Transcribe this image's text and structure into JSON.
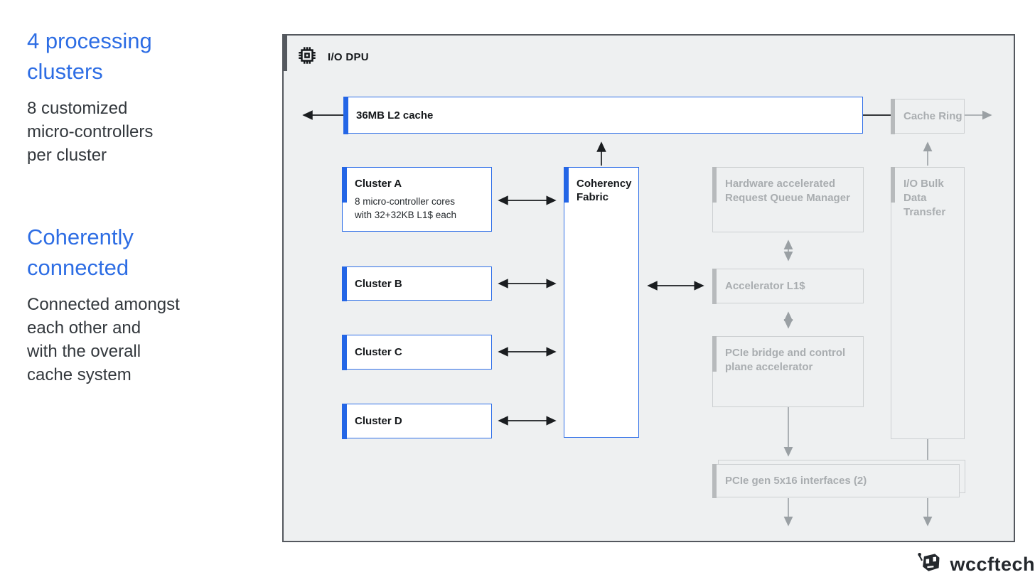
{
  "sidebar": {
    "sections": [
      {
        "heading": "4 processing\nclusters",
        "body": "8 customized\nmicro-controllers\nper cluster"
      },
      {
        "heading": "Coherently\nconnected",
        "body": "Connected amongst\neach other and\nwith the overall\ncache system"
      }
    ]
  },
  "diagram": {
    "header": {
      "title": "I/O DPU",
      "icon": "chip-icon"
    },
    "l2_cache": {
      "label": "36MB L2 cache"
    },
    "cache_ring": {
      "label": "Cache Ring"
    },
    "coherency_fabric": {
      "label": "Coherency\nFabric"
    },
    "cluster_a": {
      "title": "Cluster A",
      "desc": "8 micro-controller cores\nwith 32+32KB L1$ each"
    },
    "cluster_b": {
      "title": "Cluster B"
    },
    "cluster_c": {
      "title": "Cluster C"
    },
    "cluster_d": {
      "title": "Cluster D"
    },
    "hw_queue": {
      "label": "Hardware accelerated\nRequest Queue Manager"
    },
    "io_bulk": {
      "label": "I/O Bulk\nData\nTransfer"
    },
    "accel_l1": {
      "label": "Accelerator L1$"
    },
    "pcie_bridge": {
      "label": "PCIe bridge and control\nplane accelerator"
    },
    "pcie_interfaces": {
      "label": "PCIe gen 5x16 interfaces (2)"
    }
  },
  "footer": {
    "brand": "wccftech",
    "icon": "robot-icon"
  },
  "colors": {
    "heading_blue": "#2d6de4",
    "accent_blue": "#2466e6",
    "blue_border": "#2f6fe8",
    "panel_bg": "#eef0f1",
    "panel_border": "#54585e",
    "dim_border": "#cdd0d2",
    "dim_accent": "#b7babc",
    "dim_text": "#a9adb0",
    "arrow_black": "#1a1d20",
    "arrow_gray": "#9aa0a4",
    "body_text": "#33383d"
  }
}
